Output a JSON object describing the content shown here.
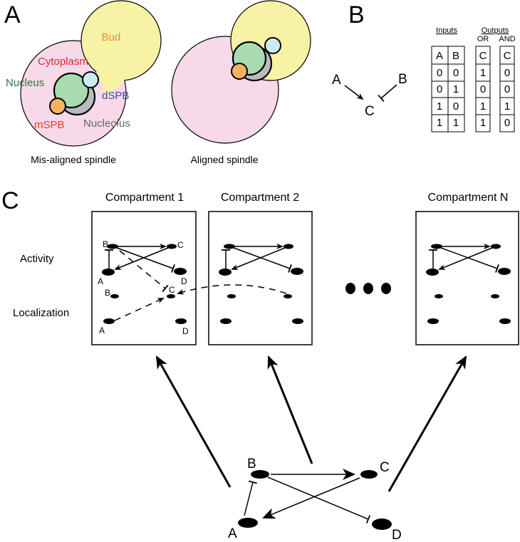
{
  "panels": {
    "a": {
      "label": "A",
      "misaligned": {
        "caption": "Mis-aligned spindle",
        "labels": {
          "bud": "Bud",
          "cytoplasm": "Cytoplasm",
          "nucleus": "Nucleus",
          "dspb": "dSPB",
          "mspb": "mSPB",
          "nucleolus": "Nucleolus"
        }
      },
      "aligned": {
        "caption": "Aligned spindle"
      },
      "colors": {
        "cytoplasm": "#f7d9ea",
        "bud": "#f8f2a6",
        "nucleus": "#a9dbb0",
        "nucleolus": "#b9bcbc",
        "dspb": "#c9ecf3",
        "mspb": "#f5b262",
        "bud_text": "#ef8a2c",
        "cytoplasm_text": "#e8202f",
        "nucleus_text": "#2a7a3c",
        "dspb_text": "#3a4bb0",
        "mspb_text": "#ef3b24",
        "nucleolus_text": "#666666"
      }
    },
    "b": {
      "label": "B",
      "network": {
        "a": "A",
        "b": "B",
        "c": "C"
      },
      "table": {
        "inputs_header": "Inputs",
        "outputs_header": "Outputs",
        "or_label": "OR",
        "and_label": "AND",
        "input_cols": [
          "A",
          "B"
        ],
        "or_col": "C",
        "and_col": "C",
        "rows": [
          {
            "a": "0",
            "b": "0",
            "or": "1",
            "and": "0"
          },
          {
            "a": "0",
            "b": "1",
            "or": "0",
            "and": "0"
          },
          {
            "a": "1",
            "b": "0",
            "or": "1",
            "and": "1"
          },
          {
            "a": "1",
            "b": "1",
            "or": "1",
            "and": "0"
          }
        ]
      }
    },
    "c": {
      "label": "C",
      "row_labels": {
        "activity": "Activity",
        "localization": "Localization"
      },
      "compartments": [
        {
          "title": "Compartment 1",
          "node_labels": {
            "b": "B",
            "c": "C",
            "a": "A",
            "d": "D",
            "loc_b": "B",
            "loc_c": "C",
            "loc_a": "A",
            "loc_d": "D"
          }
        },
        {
          "title": "Compartment 2"
        },
        {
          "title": "Compartment N"
        }
      ],
      "ellipsis": "•••",
      "base_network": {
        "a": "A",
        "b": "B",
        "c": "C",
        "d": "D"
      }
    }
  }
}
